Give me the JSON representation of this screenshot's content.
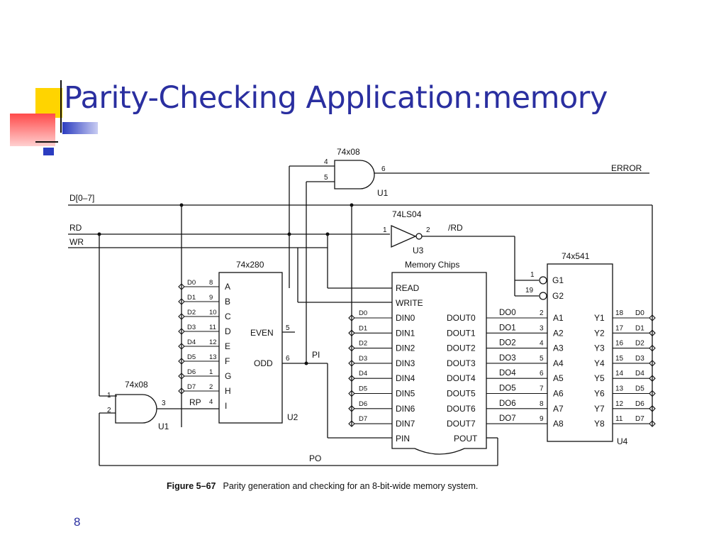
{
  "slide": {
    "title": "Parity-Checking Application:memory",
    "page_number": "8"
  },
  "figure": {
    "caption_label": "Figure 5–67",
    "caption_text": "Parity generation and checking for an 8-bit-wide memory system.",
    "top_gate": {
      "part": "74x08",
      "pin_in_a": "4",
      "pin_in_b": "5",
      "pin_out": "6",
      "ref": "U1"
    },
    "bottom_gate": {
      "part": "74x08",
      "pin_in_a": "1",
      "pin_in_b": "2",
      "pin_out": "3",
      "ref": "U1"
    },
    "inverter": {
      "part": "74LS04",
      "pin_in": "1",
      "pin_out": "2",
      "ref": "U3"
    },
    "signals": {
      "error": "ERROR",
      "data_bus": "D[0–7]",
      "rd": "RD",
      "wr": "WR",
      "rd_bar": "/RD",
      "pi": "PI",
      "po": "PO",
      "rp": "RP"
    },
    "parity_chip": {
      "part": "74x280",
      "ref": "U2",
      "inputs": [
        {
          "signal": "D0",
          "pin": "8",
          "port": "A"
        },
        {
          "signal": "D1",
          "pin": "9",
          "port": "B"
        },
        {
          "signal": "D2",
          "pin": "10",
          "port": "C"
        },
        {
          "signal": "D3",
          "pin": "11",
          "port": "D"
        },
        {
          "signal": "D4",
          "pin": "12",
          "port": "E"
        },
        {
          "signal": "D5",
          "pin": "13",
          "port": "F"
        },
        {
          "signal": "D6",
          "pin": "1",
          "port": "G"
        },
        {
          "signal": "D7",
          "pin": "2",
          "port": "H"
        },
        {
          "signal": "RP",
          "pin": "4",
          "port": "I"
        }
      ],
      "even": {
        "label": "EVEN",
        "pin": "5"
      },
      "odd": {
        "label": "ODD",
        "pin": "6"
      }
    },
    "memory": {
      "title": "Memory Chips",
      "read": "READ",
      "write": "WRITE",
      "bus_labels": [
        "D0",
        "D1",
        "D2",
        "D3",
        "D4",
        "D5",
        "D6",
        "D7"
      ],
      "din": [
        "DIN0",
        "DIN1",
        "DIN2",
        "DIN3",
        "DIN4",
        "DIN5",
        "DIN6",
        "DIN7"
      ],
      "dout": [
        "DOUT0",
        "DOUT1",
        "DOUT2",
        "DOUT3",
        "DOUT4",
        "DOUT5",
        "DOUT6",
        "DOUT7"
      ],
      "pin": "PIN",
      "pout": "POUT"
    },
    "buffer": {
      "part": "74x541",
      "ref": "U4",
      "g1": "G1",
      "g1_pin": "1",
      "g2": "G2",
      "g2_pin": "19",
      "do_labels": [
        "DO0",
        "DO1",
        "DO2",
        "DO3",
        "DO4",
        "DO5",
        "DO6",
        "DO7"
      ],
      "a_pins": [
        "2",
        "3",
        "4",
        "5",
        "6",
        "7",
        "8",
        "9"
      ],
      "a_labels": [
        "A1",
        "A2",
        "A3",
        "A4",
        "A5",
        "A6",
        "A7",
        "A8"
      ],
      "y_labels": [
        "Y1",
        "Y2",
        "Y3",
        "Y4",
        "Y5",
        "Y6",
        "Y7",
        "Y8"
      ],
      "y_pins": [
        "18",
        "17",
        "16",
        "15",
        "14",
        "13",
        "12",
        "11"
      ],
      "out_labels": [
        "D0",
        "D1",
        "D2",
        "D3",
        "D4",
        "D5",
        "D6",
        "D7"
      ]
    }
  }
}
